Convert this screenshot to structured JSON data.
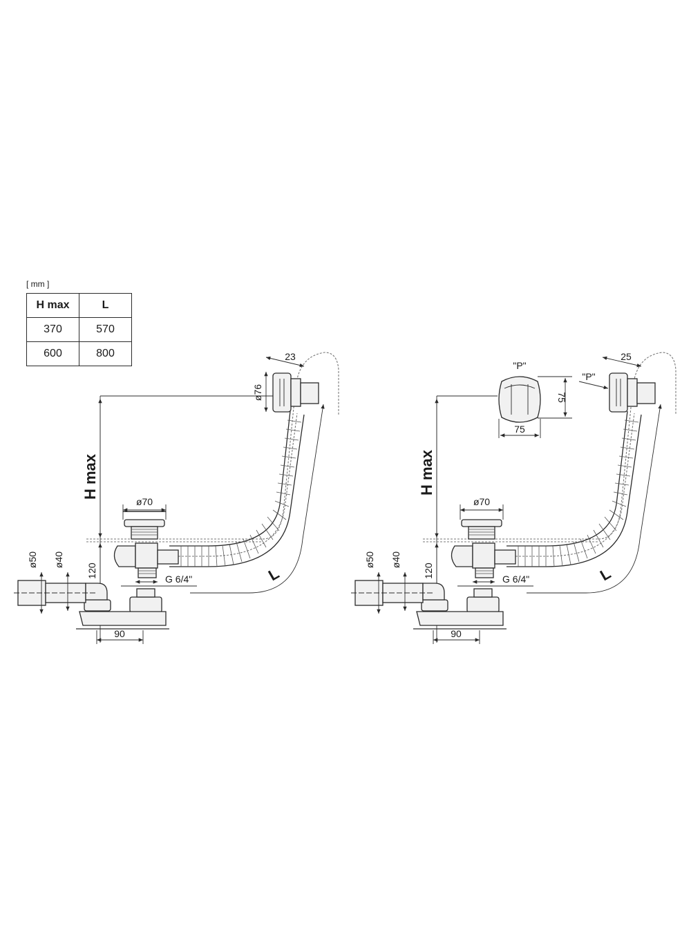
{
  "unit_label": "[ mm ]",
  "table": {
    "headers": [
      "H max",
      "L"
    ],
    "rows": [
      [
        "370",
        "570"
      ],
      [
        "600",
        "800"
      ]
    ]
  },
  "left_drawing": {
    "h_label": "H max",
    "l_label": "L",
    "d_outlet": "ø76",
    "outlet_depth": "23",
    "d_top": "ø70",
    "d50": "ø50",
    "d40": "ø40",
    "dim120": "120",
    "thread": "G 6/4\"",
    "dim90": "90"
  },
  "right_drawing": {
    "h_label": "H max",
    "l_label": "L",
    "outlet_depth": "25",
    "p_label_knob": "\"P\"",
    "p_label_outlet": "\"P\"",
    "knob_h": "75",
    "knob_w": "75",
    "d_top": "ø70",
    "d50": "ø50",
    "d40": "ø40",
    "dim120": "120",
    "thread": "G 6/4\"",
    "dim90": "90"
  }
}
